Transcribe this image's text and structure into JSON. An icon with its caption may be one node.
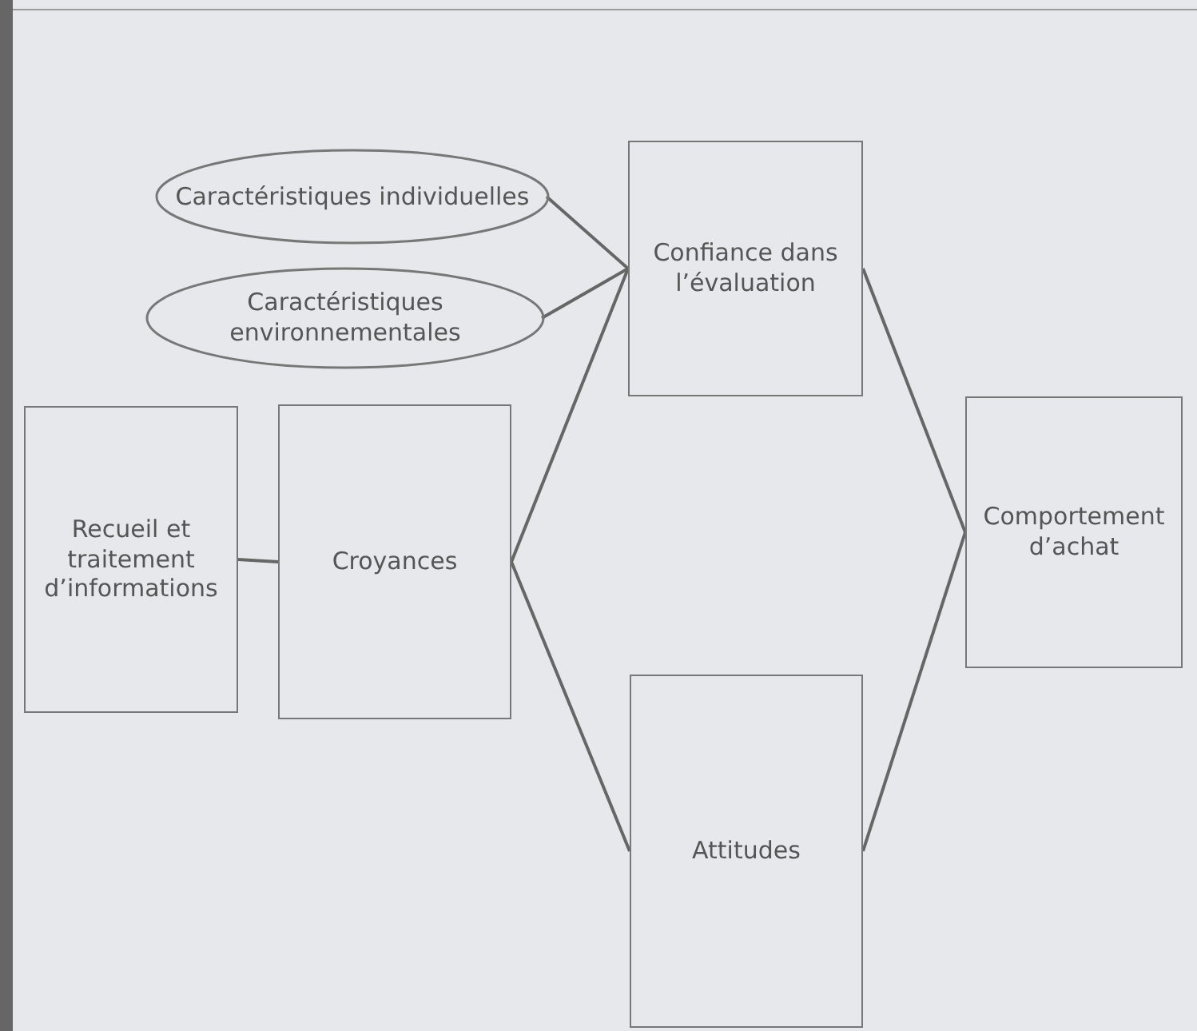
{
  "diagram": {
    "nodes": [
      {
        "text": [
          "Caractéristiques individuelles"
        ]
      },
      {
        "text": [
          "Caractéristiques environnementales"
        ]
      },
      {
        "text": [
          "Recueil et traitement d’informations"
        ]
      },
      {
        "text": [
          "Croyances"
        ]
      },
      {
        "text": [
          "Confiance dans l’évaluation"
        ]
      },
      {
        "text": [
          "Comportement d’achat"
        ]
      },
      {
        "text": [
          "Attitudes"
        ]
      }
    ],
    "edges": [
      {
        "from": 2,
        "to": 3,
        "arrow": "none"
      },
      {
        "from": 0,
        "to": 4,
        "arrow": "none"
      },
      {
        "from": 1,
        "to": 4,
        "arrow": "none"
      },
      {
        "from": 3,
        "to": 4,
        "arrow": "none"
      },
      {
        "from": 3,
        "to": 6,
        "arrow": "none"
      },
      {
        "from": 4,
        "to": 5,
        "arrow": "none"
      },
      {
        "from": 6,
        "to": 5,
        "arrow": "none"
      }
    ]
  }
}
